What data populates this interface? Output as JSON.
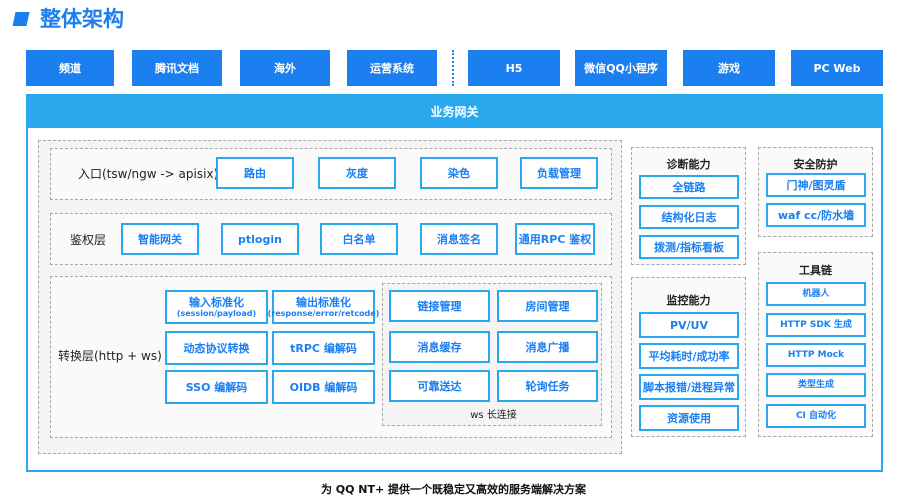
{
  "title": "整体架构",
  "channels": [
    "频道",
    "腾讯文档",
    "海外",
    "运营系统",
    "H5",
    "微信QQ小程序",
    "游戏",
    "PC Web"
  ],
  "gateway_label": "业务网关",
  "entry": {
    "label": "入口(tsw/ngw -> apisix)",
    "items": [
      "路由",
      "灰度",
      "染色",
      "负载管理"
    ]
  },
  "auth": {
    "label": "鉴权层",
    "items": [
      "智能网关",
      "ptlogin",
      "白名单",
      "消息签名",
      "通用RPC 鉴权"
    ]
  },
  "convert": {
    "label": "转换层(http + ws)",
    "cells": [
      {
        "main": "输入标准化",
        "sub": "(session/payload)"
      },
      {
        "main": "输出标准化",
        "sub": "(response/error/retcode)"
      },
      {
        "main": "动态协议转换",
        "sub": ""
      },
      {
        "main": "tRPC 编解码",
        "sub": ""
      },
      {
        "main": "SSO 编解码",
        "sub": ""
      },
      {
        "main": "OIDB 编解码",
        "sub": ""
      }
    ],
    "ws": {
      "items": [
        "链接管理",
        "房间管理",
        "消息缓存",
        "消息广播",
        "可靠送达",
        "轮询任务"
      ],
      "label": "ws 长连接"
    }
  },
  "diagnose": {
    "title": "诊断能力",
    "items": [
      "全链路",
      "结构化日志",
      "拨测/指标看板"
    ]
  },
  "monitor": {
    "title": "监控能力",
    "items": [
      "PV/UV",
      "平均耗时/成功率",
      "脚本报错/进程异常",
      "资源使用"
    ]
  },
  "security": {
    "title": "安全防护",
    "items": [
      "门神/图灵盾",
      "waf cc/防水墙"
    ]
  },
  "tools": {
    "title": "工具链",
    "items": [
      "机器人",
      "HTTP SDK 生成",
      "HTTP Mock",
      "类型生成",
      "CI 自动化"
    ]
  },
  "footer": "为 QQ NT+ 提供一个既稳定又高效的服务端解决方案",
  "colors": {
    "primary": "#1b7ff0",
    "gateway": "#29a8ee"
  }
}
